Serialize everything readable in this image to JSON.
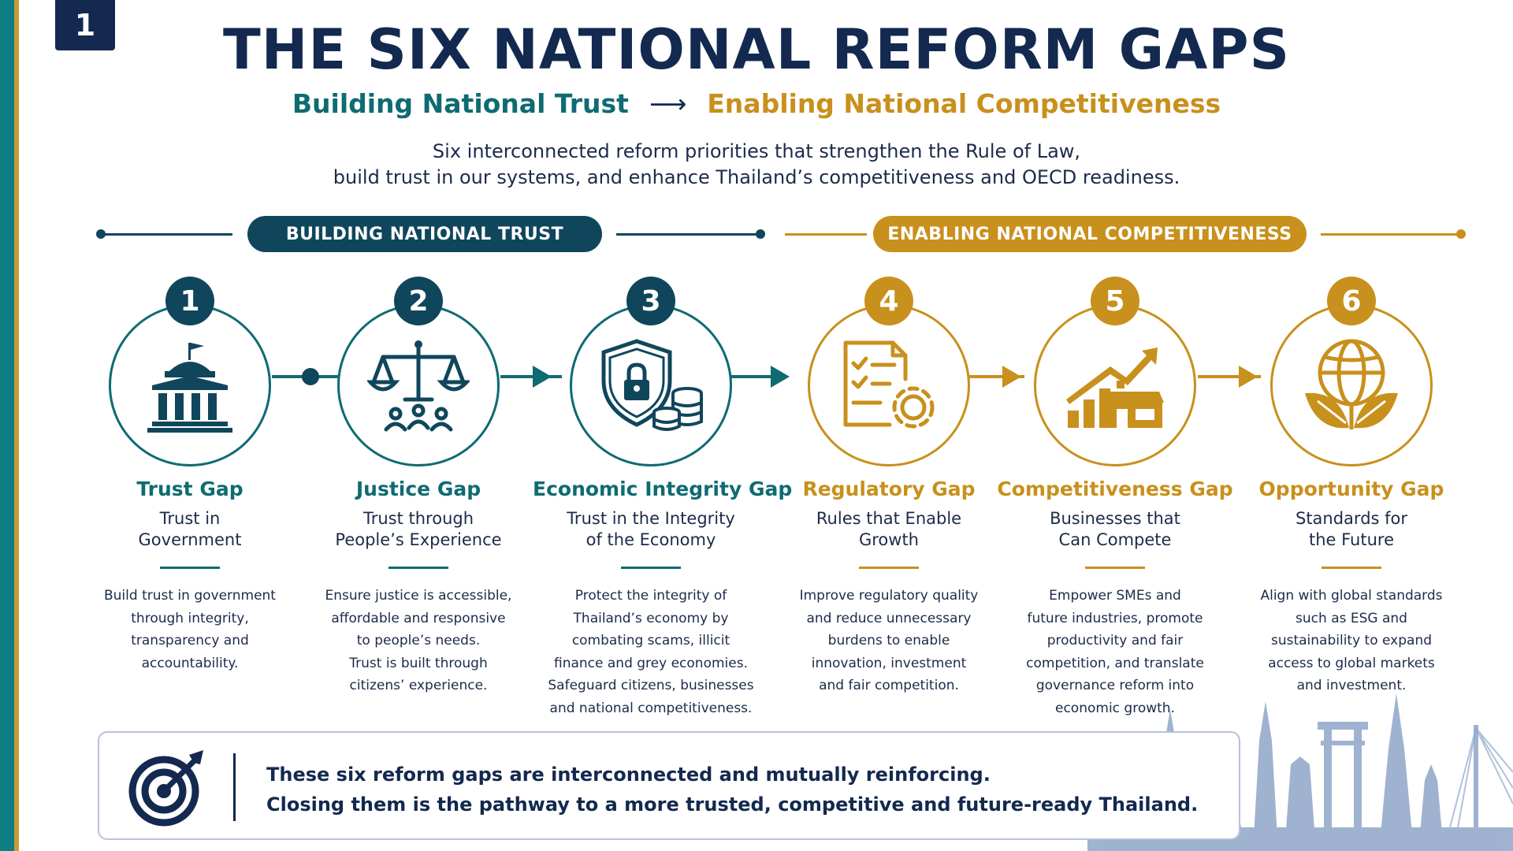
{
  "page_number": "1",
  "title": "THE SIX NATIONAL REFORM GAPS",
  "subtitle": {
    "left": "Building National Trust",
    "arrow": "⟶",
    "right": "Enabling National Competitiveness"
  },
  "intro": {
    "line1": "Six interconnected reform priorities that strengthen the Rule of Law,",
    "line2": "build trust in our systems, and enhance Thailand’s competitiveness and OECD readiness."
  },
  "bands": {
    "trust": "BUILDING NATIONAL TRUST",
    "competitiveness": "ENABLING NATIONAL COMPETITIVENESS"
  },
  "colors": {
    "teal": "#0f6b72",
    "navy": "#13294f",
    "gold": "#c8901c"
  },
  "gaps": [
    {
      "number": "1",
      "name": "Trust Gap",
      "icon": "government-building-icon",
      "tagline": [
        "Trust in",
        "Government"
      ],
      "description": [
        "Build trust in government",
        "through integrity,",
        "transparency and",
        "accountability."
      ]
    },
    {
      "number": "2",
      "name": "Justice Gap",
      "icon": "scales-of-justice-icon",
      "tagline": [
        "Trust through",
        "People’s Experience"
      ],
      "description": [
        "Ensure justice is accessible,",
        "affordable and responsive",
        "to people’s needs.",
        "Trust is built through",
        "citizens’ experience."
      ]
    },
    {
      "number": "3",
      "name": "Economic Integrity Gap",
      "icon": "shield-lock-coins-icon",
      "tagline": [
        "Trust in the Integrity",
        "of the Economy"
      ],
      "description": [
        "Protect the integrity of",
        "Thailand’s economy by",
        "combating scams, illicit",
        "finance and grey economies.",
        "Safeguard citizens, businesses",
        "and national competitiveness."
      ]
    },
    {
      "number": "4",
      "name": "Regulatory Gap",
      "icon": "checklist-gear-icon",
      "tagline": [
        "Rules that Enable",
        "Growth"
      ],
      "description": [
        "Improve regulatory quality",
        "and reduce unnecessary",
        "burdens to enable",
        "innovation, investment",
        "and fair competition."
      ]
    },
    {
      "number": "5",
      "name": "Competitiveness Gap",
      "icon": "growth-chart-store-icon",
      "tagline": [
        "Businesses that",
        "Can Compete"
      ],
      "description": [
        "Empower SMEs and",
        "future industries, promote",
        "productivity and fair",
        "competition, and translate",
        "governance reform into",
        "economic growth."
      ]
    },
    {
      "number": "6",
      "name": "Opportunity Gap",
      "icon": "globe-leaves-icon",
      "tagline": [
        "Standards for",
        "the Future"
      ],
      "description": [
        "Align with global standards",
        "such as ESG and",
        "sustainability to expand",
        "access to global markets",
        "and investment."
      ]
    }
  ],
  "footer": {
    "line1": "These six reform gaps are interconnected and mutually reinforcing.",
    "line2": "Closing them is the pathway to a more trusted, competitive and future-ready Thailand."
  }
}
